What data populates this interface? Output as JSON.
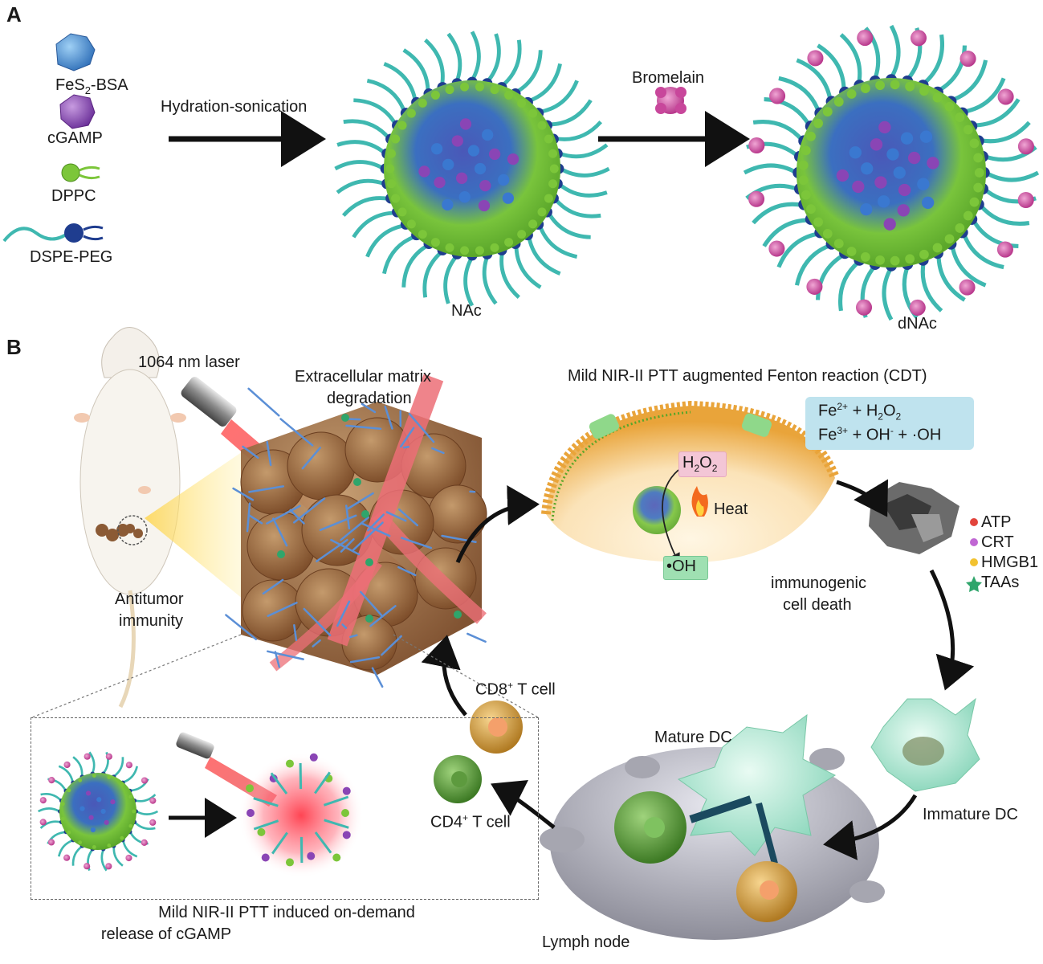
{
  "panel_a": {
    "letter": "A",
    "legend": {
      "fes2_prefix": "FeS",
      "fes2_sub": "2",
      "fes2_suffix": "-BSA",
      "cgamp": "cGAMP",
      "dppc": "DPPC",
      "dspe_peg": "DSPE-PEG"
    },
    "step1_label": "Hydration-sonication",
    "step2_label": "Bromelain",
    "nac_label": "NAc",
    "dnac_label": "dNAc"
  },
  "panel_b": {
    "letter": "B",
    "laser_label": "1064 nm laser",
    "ecm_label_line1": "Extracellular matrix",
    "ecm_label_line2": "degradation",
    "antitumor_line1": "Antitumor",
    "antitumor_line2": "immunity",
    "cdt_title": "Mild NIR-II PTT augmented Fenton reaction (CDT)",
    "equation": {
      "line1_fe": "Fe",
      "line1_fe_sup": "2+",
      "line1_rest": " + H",
      "line1_h2o2_sub": "2",
      "line1_o": "O",
      "line1_o_sub": "2",
      "line2_fe": "Fe",
      "line2_fe_sup": "3+",
      "line2_mid": " + OH",
      "line2_oh_sup": "-",
      "line2_end": " + ·OH"
    },
    "h2o2_prefix": "H",
    "h2o2_sub1": "2",
    "h2o2_o": "O",
    "h2o2_sub2": "2",
    "heat_label": "Heat",
    "oh_label": "•OH",
    "icd_line1": "immunogenic",
    "icd_line2": "cell death",
    "damp_legend": [
      "ATP",
      "CRT",
      "HMGB1",
      "TAAs"
    ],
    "immature_dc": "Immature DC",
    "mature_dc": "Mature DC",
    "lymph_node": "Lymph node",
    "cd8_prefix": "CD8",
    "cd8_sup": "+",
    "cd8_suffix": " T cell",
    "cd4_prefix": "CD4",
    "cd4_sup": "+",
    "cd4_suffix": " T cell",
    "inset_line1": "Mild NIR-II PTT induced on-demand",
    "inset_line2": "release of cGAMP"
  },
  "colors": {
    "lipid_green": "#7cc63a",
    "peg_teal": "#3fb8b0",
    "dspe_blue": "#1f3d8f",
    "cgamp_purple": "#8a45b5",
    "bromelain_pink": "#c8479b",
    "laser_red": "#e8333a",
    "tumor_brown": "#8b5a35",
    "ecm_blue": "#5b8fd6",
    "eq_box": "#bfe3ee",
    "membrane_orange": "#e9a43a"
  }
}
